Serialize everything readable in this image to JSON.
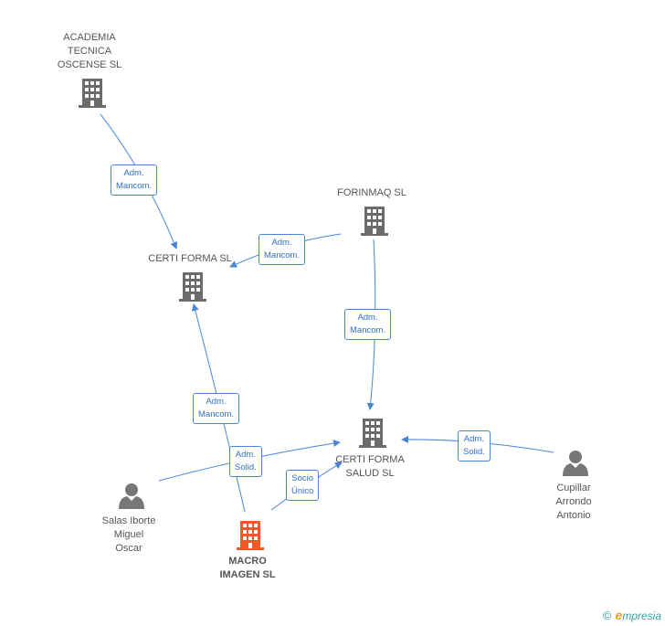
{
  "nodes": {
    "academia": {
      "label": [
        "ACADEMIA",
        "TECNICA",
        "OSCENSE  SL"
      ]
    },
    "certi_forma": {
      "label": [
        "CERTI FORMA SL"
      ]
    },
    "forinmaq": {
      "label": [
        "FORINMAQ SL"
      ]
    },
    "certi_forma_salud": {
      "label": [
        "CERTI FORMA",
        "SALUD SL"
      ]
    },
    "macro_imagen": {
      "label": [
        "MACRO",
        "IMAGEN SL"
      ]
    },
    "salas": {
      "label": [
        "Salas Iborte",
        "Miguel",
        "Oscar"
      ]
    },
    "cupillar": {
      "label": [
        "Cupillar",
        "Arrondo",
        "Antonio"
      ]
    }
  },
  "edges": {
    "academia_certi": [
      "Adm.",
      "Mancom."
    ],
    "forinmaq_certi": [
      "Adm.",
      "Mancom."
    ],
    "forinmaq_salud": [
      "Adm.",
      "Mancom."
    ],
    "macro_certi": [
      "Adm.",
      "Mancom."
    ],
    "salas_salud": [
      "Adm.",
      "Solid."
    ],
    "macro_salud": [
      "Socio",
      "Único"
    ],
    "cupillar_salud": [
      "Adm.",
      "Solid."
    ]
  },
  "colors": {
    "edge": "#4a86d8",
    "company_icon": "#6b6b6b",
    "main_icon": "#f05a28",
    "person_icon": "#777777"
  },
  "brand": {
    "copyright": "©",
    "e": "e",
    "rest": "mpresia"
  }
}
